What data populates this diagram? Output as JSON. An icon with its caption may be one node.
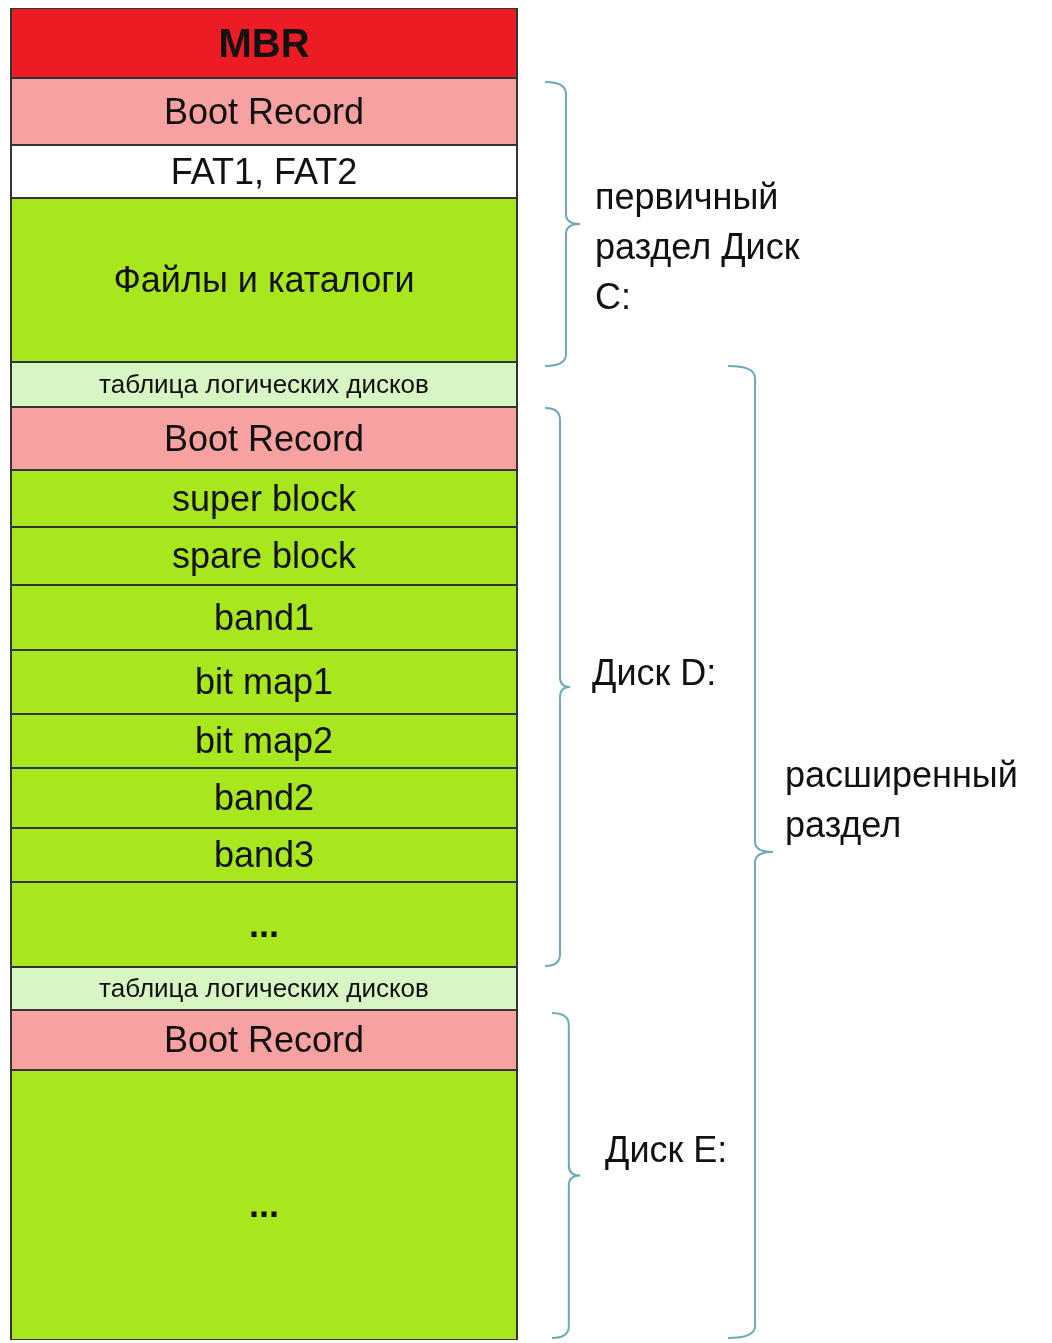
{
  "diagram": {
    "nodes": [
      {
        "text": [
          "MBR"
        ]
      },
      {
        "text": [
          "Boot Record"
        ]
      },
      {
        "text": [
          "FAT1, FAT2"
        ]
      },
      {
        "text": [
          "Файлы и каталоги"
        ]
      },
      {
        "text": [
          "таблица логических дисков"
        ]
      },
      {
        "text": [
          "Boot Record"
        ]
      },
      {
        "text": [
          "super block"
        ]
      },
      {
        "text": [
          "spare block"
        ]
      },
      {
        "text": [
          "band1"
        ]
      },
      {
        "text": [
          "bit map1"
        ]
      },
      {
        "text": [
          "bit map2"
        ]
      },
      {
        "text": [
          "band2"
        ]
      },
      {
        "text": [
          "band3"
        ]
      },
      {
        "text": [
          "..."
        ]
      },
      {
        "text": [
          "таблица логических дисков"
        ]
      },
      {
        "text": [
          "Boot Record"
        ]
      },
      {
        "text": [
          "..."
        ]
      }
    ],
    "labels": [
      "первичный раздел Диск C:",
      "Диск D:",
      "расширенный раздел",
      "Диск E:"
    ]
  }
}
